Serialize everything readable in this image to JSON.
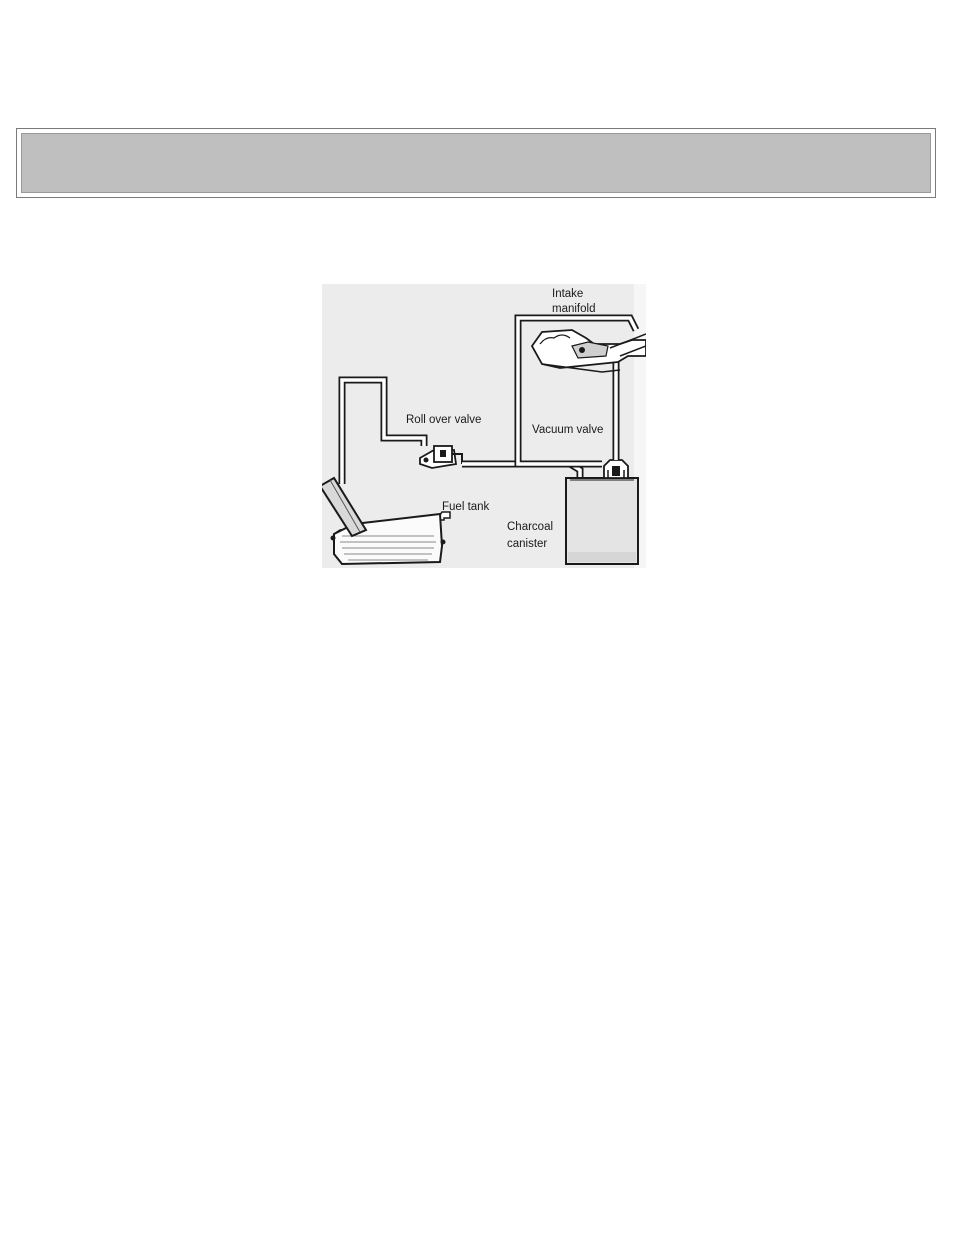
{
  "diagram": {
    "labels": {
      "intake_line1": "Intake",
      "intake_line2": "manifold",
      "roll_over_valve": "Roll over valve",
      "vacuum_valve": "Vacuum valve",
      "fuel_tank": "Fuel tank",
      "canister_line1": "Charcoal",
      "canister_line2": "canister"
    }
  }
}
